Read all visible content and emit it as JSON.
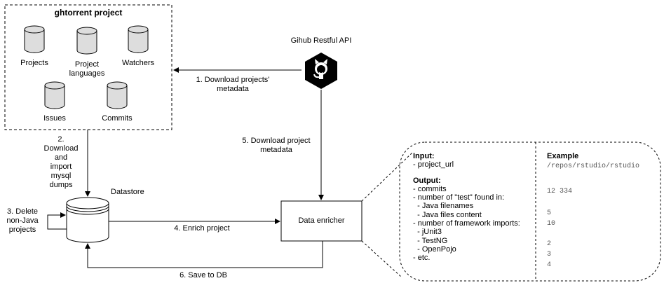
{
  "ghtorrent": {
    "title": "ghtorrent project",
    "databases": [
      "Projects",
      "Project\nlanguages",
      "Watchers",
      "Issues",
      "Commits"
    ]
  },
  "api": {
    "title": "Gihub Restful API"
  },
  "datastore": {
    "label": "Datastore"
  },
  "enricher": {
    "label": "Data enricher"
  },
  "steps": {
    "s1": "1. Download projects'\nmetadata",
    "s2": "2.\nDownload\nand\nimport\nmysql\ndumps",
    "s3": "3. Delete\nnon-Java\nprojects",
    "s4": "4. Enrich project",
    "s5": "5. Download project\nmetadata",
    "s6": "6. Save to DB"
  },
  "callout": {
    "input_heading": "Input:",
    "input_items": [
      "- project_url"
    ],
    "output_heading": "Output:",
    "output_items": [
      "- commits",
      "- number of \"test\" found in:",
      "  - Java filenames",
      "  - Java files content",
      "- number of framework imports:",
      "  - jUnit3",
      "  - TestNG",
      "  - OpenPojo",
      "- etc."
    ],
    "example_heading": "Example",
    "example_repo": "/repos/rstudio/rstudio",
    "example_values": [
      "12 334",
      "5",
      "10",
      "2",
      "3",
      "4"
    ]
  }
}
